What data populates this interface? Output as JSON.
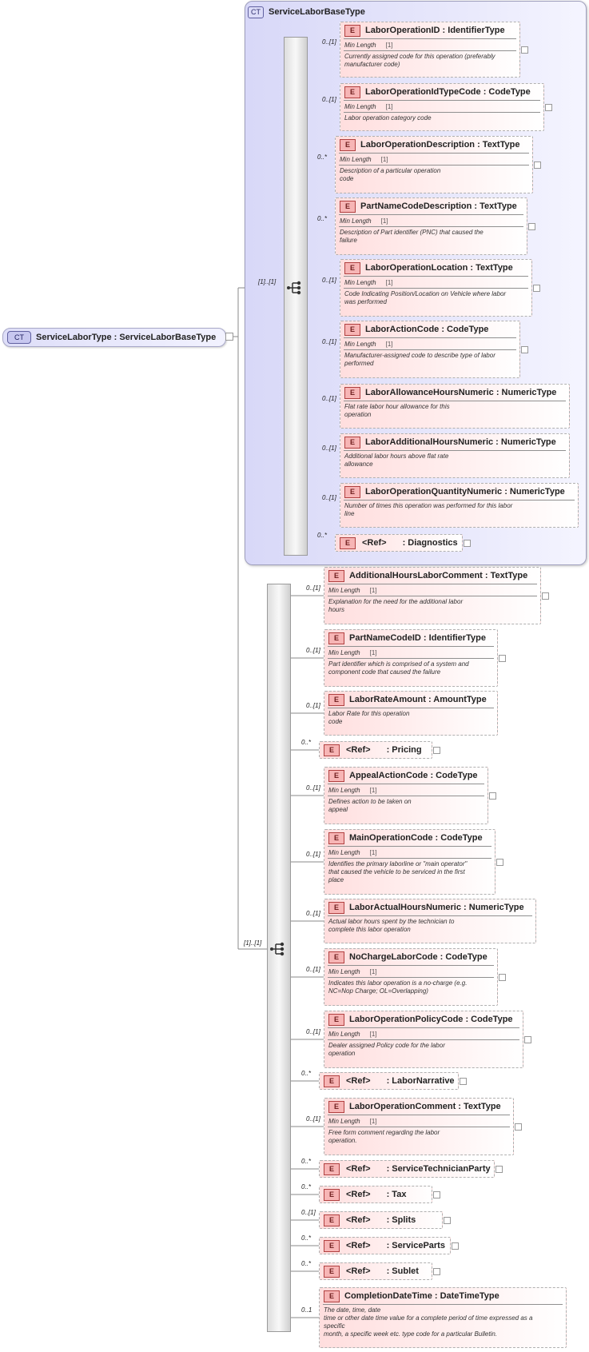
{
  "root": {
    "badge": "CT",
    "label": "ServiceLaborType : ServiceLaborBaseType"
  },
  "complex_type": {
    "badge": "CT",
    "label": "ServiceLaborBaseType"
  },
  "group1": {
    "cardinality": "[1]..[1]"
  },
  "group2": {
    "cardinality": "[1]..[1]"
  },
  "facet_label": "Min Length",
  "facet_value": "[1]",
  "element_badge": "E",
  "ref_label": "<Ref>",
  "group1_elements": [
    {
      "card": "0..[1]",
      "name": "LaborOperationID : IdentifierType",
      "facet": true,
      "doc": "Currently assigned code for this operation (preferably manufacturer code)"
    },
    {
      "card": "0..[1]",
      "name": "LaborOperationIdTypeCode : CodeType",
      "facet": true,
      "doc": "Labor operation category code"
    },
    {
      "card": "0..*",
      "name": "LaborOperationDescription : TextType",
      "facet": true,
      "doc": "Description of a particular operation\ncode"
    },
    {
      "card": "0..*",
      "name": "PartNameCodeDescription : TextType",
      "facet": true,
      "doc": "Description of Part identifier (PNC) that caused the\nfailure"
    },
    {
      "card": "0..[1]",
      "name": "LaborOperationLocation : TextType",
      "facet": true,
      "doc": "Code Indicating Position/Location on Vehicle where labor\nwas performed"
    },
    {
      "card": "0..[1]",
      "name": "LaborActionCode : CodeType",
      "facet": true,
      "doc": "Manufacturer-assigned code to describe type of labor\nperformed"
    },
    {
      "card": "0..[1]",
      "name": "LaborAllowanceHoursNumeric : NumericType",
      "facet": false,
      "doc": "Flat rate labor hour allowance for this\noperation"
    },
    {
      "card": "0..[1]",
      "name": "LaborAdditionalHoursNumeric : NumericType",
      "facet": false,
      "doc": "Additional labor hours above flat rate\nallowance"
    },
    {
      "card": "0..[1]",
      "name": "LaborOperationQuantityNumeric : NumericType",
      "facet": false,
      "doc": "Number of times this operation was performed for this labor\nline"
    },
    {
      "card": "0..*",
      "ref": true,
      "name": ": Diagnostics"
    }
  ],
  "group2_elements": [
    {
      "card": "0..[1]",
      "name": "AdditionalHoursLaborComment : TextType",
      "facet": true,
      "doc": "Explanation for the need for the additional labor\nhours"
    },
    {
      "card": "0..[1]",
      "name": "PartNameCodeID : IdentifierType",
      "facet": true,
      "doc": "Part identifier which is comprised of a system and\ncomponent code that caused the failure"
    },
    {
      "card": "0..[1]",
      "name": "LaborRateAmount : AmountType",
      "facet": false,
      "doc": "Labor Rate for this operation\ncode"
    },
    {
      "card": "0..*",
      "ref": true,
      "name": ": Pricing"
    },
    {
      "card": "0..[1]",
      "name": "AppealActionCode : CodeType",
      "facet": true,
      "doc": "Defines action to be taken on\nappeal"
    },
    {
      "card": "0..[1]",
      "name": "MainOperationCode : CodeType",
      "facet": true,
      "doc": "Identifies the primary laborline or \"main operator\"\n    that caused the vehicle to be serviced in the first\nplace"
    },
    {
      "card": "0..[1]",
      "name": "LaborActualHoursNumeric : NumericType",
      "facet": false,
      "doc": "Actual labor hours spent by the technician to\ncomplete this labor operation"
    },
    {
      "card": "0..[1]",
      "name": "NoChargeLaborCode : CodeType",
      "facet": true,
      "doc": "Indicates this labor operation is a no-charge (e.g.\nNC=Nop Charge; OL=Overlapping)"
    },
    {
      "card": "0..[1]",
      "name": "LaborOperationPolicyCode : CodeType",
      "facet": true,
      "doc": "Dealer assigned Policy code for the labor\noperation"
    },
    {
      "card": "0..*",
      "ref": true,
      "name": ": LaborNarrative"
    },
    {
      "card": "0..[1]",
      "name": "LaborOperationComment : TextType",
      "facet": true,
      "doc": "Free form comment regarding the labor\noperation."
    },
    {
      "card": "0..*",
      "ref": true,
      "name": ": ServiceTechnicianParty"
    },
    {
      "card": "0..*",
      "ref": true,
      "name": ": Tax"
    },
    {
      "card": "0..[1]",
      "ref": true,
      "name": ": Splits"
    },
    {
      "card": "0..*",
      "ref": true,
      "name": ": ServiceParts"
    },
    {
      "card": "0..*",
      "ref": true,
      "name": ": Sublet"
    },
    {
      "card": "0..1",
      "name": "CompletionDateTime : DateTimeType",
      "facet": false,
      "doc": "The date, time, date\ntime or other date time value for a complete period of time expressed as a\nspecific\nmonth, a specific week etc. type code for a particular Bulletin."
    }
  ]
}
